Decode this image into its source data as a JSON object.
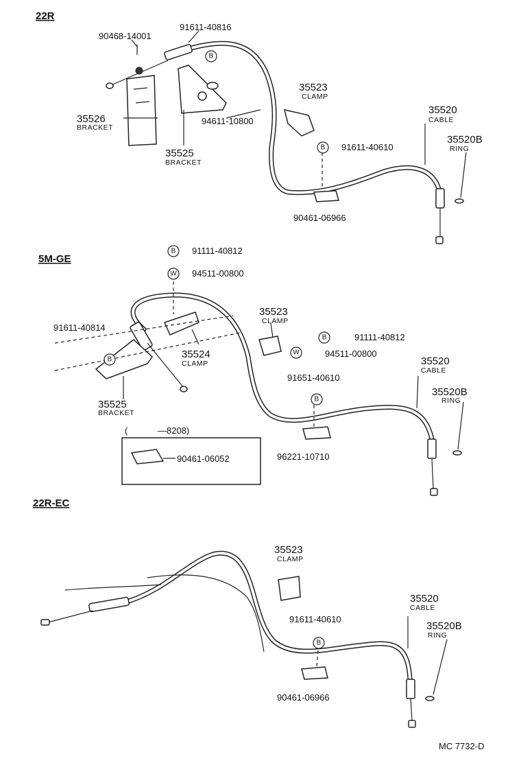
{
  "sections": {
    "s1": {
      "title": "22R",
      "labels": {
        "p90468": "90468-14001",
        "p91611_40816": "91611-40816",
        "p35523": "35523",
        "clamp": "CLAMP",
        "p35520": "35520",
        "cable": "CABLE",
        "p35520b": "35520B",
        "ring": "RING",
        "p91611_40610": "91611-40610",
        "p35526": "35526",
        "bracket_a": "BRACKET",
        "p94611": "94611-10800",
        "p35525": "35525",
        "bracket_b": "BRACKET",
        "p90461": "90461-06966",
        "b1": "B",
        "b2": "B"
      }
    },
    "s2": {
      "title": "5M-GE",
      "labels": {
        "p91111_top": "91111-40812",
        "p94511_top": "94511-00800",
        "p91611_40814": "91611-40814",
        "p35523": "35523",
        "clamp": "CLAMP",
        "p91111_right": "91111-40812",
        "p94511_right": "94511-00800",
        "p35524": "35524",
        "clamp_b": "CLAMP",
        "p35520": "35520",
        "cable": "CABLE",
        "p91651": "91651-40610",
        "p35520b": "35520B",
        "ring": "RING",
        "p35525": "35525",
        "bracket": "BRACKET",
        "p96221": "96221-10710",
        "inset_open": "(",
        "inset_range": "—8208)",
        "p90461": "90461-06052",
        "b_top": "B",
        "w_top": "W",
        "b_right": "B",
        "w_right": "W",
        "b_left": "B",
        "b_mid": "B"
      }
    },
    "s3": {
      "title": "22R-EC",
      "labels": {
        "p35523": "35523",
        "clamp": "CLAMP",
        "p35520": "35520",
        "cable": "CABLE",
        "p91611": "91611-40610",
        "p35520b": "35520B",
        "ring": "RING",
        "p90461": "90461-06966",
        "b1": "B"
      }
    }
  },
  "footer": {
    "code": "MC  7732-D"
  }
}
